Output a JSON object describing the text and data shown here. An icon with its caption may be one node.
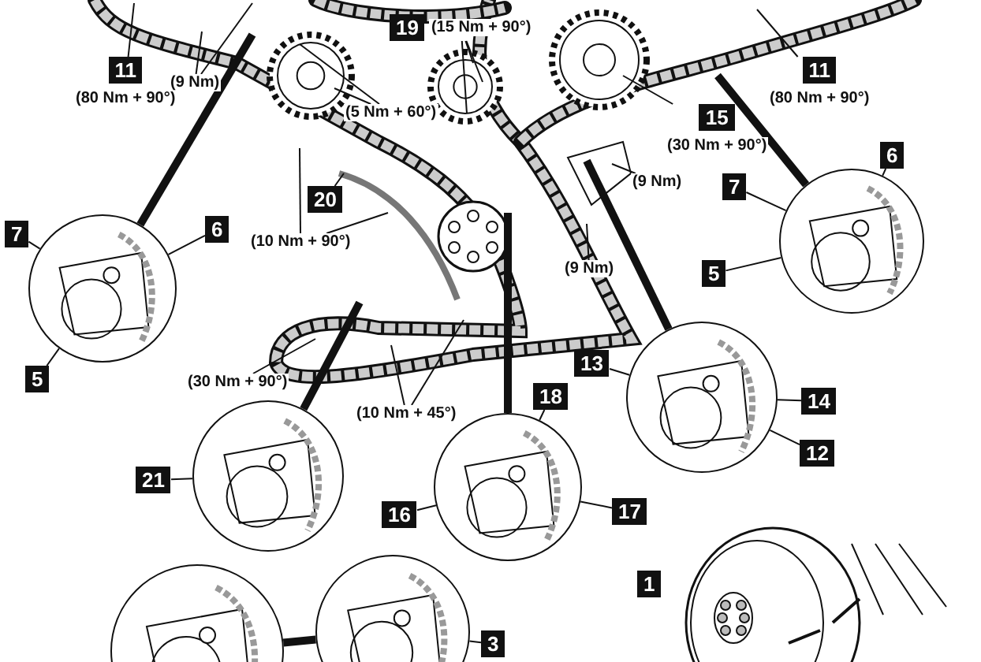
{
  "diagram": {
    "nodes": [
      {
        "text": [
          "11",
          "(80 Nm + 90°)"
        ]
      },
      {
        "text": [
          "(9 Nm)"
        ]
      },
      {
        "text": [
          "19",
          "(15 Nm + 90°)"
        ]
      },
      {
        "text": [
          "(5 Nm + 60°)"
        ]
      },
      {
        "text": [
          "11",
          "(80 Nm + 90°)"
        ]
      },
      {
        "text": [
          "15",
          "(30 Nm + 90°)"
        ]
      },
      {
        "text": [
          "(9 Nm)"
        ]
      },
      {
        "text": [
          "20"
        ]
      },
      {
        "text": [
          "(10 Nm + 90°)"
        ]
      },
      {
        "text": [
          "(9 Nm)"
        ]
      },
      {
        "text": [],
        "shape": "circle"
      },
      {
        "text": [
          "7"
        ]
      },
      {
        "text": [
          "6"
        ]
      },
      {
        "text": [
          "5"
        ]
      },
      {
        "text": [],
        "shape": "circle"
      },
      {
        "text": [
          "7"
        ]
      },
      {
        "text": [
          "6"
        ]
      },
      {
        "text": [
          "5"
        ]
      },
      {
        "text": [
          "(30 Nm + 90°)"
        ]
      },
      {
        "text": [
          "(10 Nm + 45°)"
        ]
      },
      {
        "text": [],
        "shape": "circle"
      },
      {
        "text": [
          "21"
        ]
      },
      {
        "text": [],
        "shape": "circle"
      },
      {
        "text": [
          "13"
        ]
      },
      {
        "text": [
          "14"
        ]
      },
      {
        "text": [
          "12"
        ]
      },
      {
        "text": [],
        "shape": "circle"
      },
      {
        "text": [
          "18"
        ]
      },
      {
        "text": [
          "16"
        ]
      },
      {
        "text": [
          "17"
        ]
      },
      {
        "text": [],
        "shape": "circle"
      },
      {
        "text": [],
        "shape": "circle"
      },
      {
        "text": [
          "3"
        ]
      },
      {
        "text": [
          "1"
        ]
      }
    ],
    "edges": [
      {
        "from": 0,
        "to": null,
        "arrow": "none"
      },
      {
        "from": 1,
        "to": null,
        "arrow": "none"
      },
      {
        "from": 1,
        "to": null,
        "arrow": "none"
      },
      {
        "from": 2,
        "to": null,
        "arrow": "none"
      },
      {
        "from": 2,
        "to": null,
        "arrow": "none"
      },
      {
        "from": 2,
        "to": null,
        "arrow": "none"
      },
      {
        "from": 3,
        "to": null,
        "arrow": "none"
      },
      {
        "from": 3,
        "to": null,
        "arrow": "none"
      },
      {
        "from": 4,
        "to": null,
        "arrow": "none"
      },
      {
        "from": 5,
        "to": null,
        "arrow": "none"
      },
      {
        "from": 6,
        "to": null,
        "arrow": "none"
      },
      {
        "from": 7,
        "to": null,
        "arrow": "none"
      },
      {
        "from": 8,
        "to": null,
        "arrow": "none"
      },
      {
        "from": 8,
        "to": null,
        "arrow": "none"
      },
      {
        "from": 9,
        "to": null,
        "arrow": "none"
      },
      {
        "from": null,
        "to": 10,
        "arrow": "none",
        "style": "thick"
      },
      {
        "from": 11,
        "to": 10,
        "arrow": "none"
      },
      {
        "from": 12,
        "to": 10,
        "arrow": "none"
      },
      {
        "from": 13,
        "to": 10,
        "arrow": "none"
      },
      {
        "from": null,
        "to": 14,
        "arrow": "none",
        "style": "thick"
      },
      {
        "from": 15,
        "to": 14,
        "arrow": "none"
      },
      {
        "from": 16,
        "to": 14,
        "arrow": "none"
      },
      {
        "from": 17,
        "to": 14,
        "arrow": "none"
      },
      {
        "from": 18,
        "to": null,
        "arrow": "none"
      },
      {
        "from": 19,
        "to": null,
        "arrow": "none"
      },
      {
        "from": 19,
        "to": null,
        "arrow": "none"
      },
      {
        "from": null,
        "to": 20,
        "arrow": "none",
        "style": "thick"
      },
      {
        "from": 21,
        "to": 20,
        "arrow": "none"
      },
      {
        "from": null,
        "to": 22,
        "arrow": "none",
        "style": "thick"
      },
      {
        "from": 23,
        "to": 22,
        "arrow": "none"
      },
      {
        "from": 24,
        "to": 22,
        "arrow": "none"
      },
      {
        "from": 25,
        "to": 22,
        "arrow": "none"
      },
      {
        "from": null,
        "to": 26,
        "arrow": "none",
        "style": "thick"
      },
      {
        "from": 27,
        "to": 26,
        "arrow": "none"
      },
      {
        "from": 28,
        "to": 26,
        "arrow": "none"
      },
      {
        "from": 29,
        "to": 26,
        "arrow": "none"
      },
      {
        "from": 30,
        "to": 31,
        "arrow": "none",
        "style": "thick"
      },
      {
        "from": 32,
        "to": 31,
        "arrow": "none"
      }
    ]
  }
}
